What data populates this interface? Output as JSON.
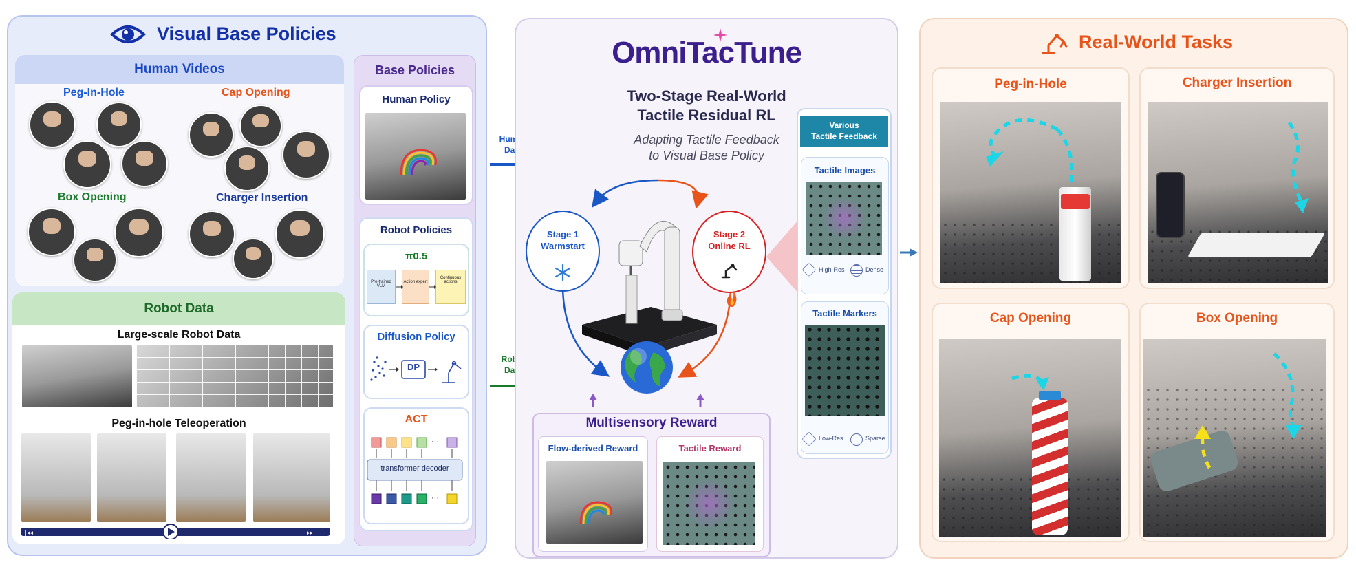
{
  "colors": {
    "left_title": "#1330a8",
    "human_videos": "#1a47c6",
    "peg_in_hole": "#1a5ad6",
    "cap_opening": "#e8531a",
    "box_opening": "#1a7a2c",
    "charger_insertion": "#1a3a9c",
    "robot_data": "#1f6a2a",
    "base_policies": "#4a2a8c",
    "pi05": "#1a7a2c",
    "diffusion": "#1a57c6",
    "act": "#e8531a",
    "omnitac": "#3b1f8c",
    "human_data": "#1a57c6",
    "robot_data_arrow": "#1a7a2c",
    "stage1": "#1a57c6",
    "stage2": "#d81f1f",
    "flow_reward": "#1a4ea8",
    "tactile_reward": "#b03a6a",
    "tactile_head": "#1e87a8",
    "right_title": "#e8531a"
  },
  "left": {
    "title": "Visual Base Policies",
    "icon": "eye-icon",
    "human_videos": {
      "title": "Human Videos",
      "tasks": [
        "Peg-In-Hole",
        "Cap Opening",
        "Box Opening",
        "Charger Insertion"
      ]
    },
    "robot_data": {
      "title": "Robot Data",
      "large_scale": "Large-scale Robot Data",
      "teleop": "Peg-in-hole Teleoperation"
    },
    "base_policies": {
      "title": "Base Policies",
      "human_policy": "Human Policy",
      "robot_policies": "Robot Policies",
      "pi05": {
        "name": "π0.5",
        "boxes": [
          "Pre-trained VLM",
          "Action expert",
          "Continuous actions"
        ]
      },
      "diffusion": {
        "name": "Diffusion Policy",
        "box": "DP"
      },
      "act": {
        "name": "ACT",
        "decoder": "transformer decoder",
        "ellipsis": "···"
      }
    }
  },
  "middle": {
    "logo": "OmniTacTune",
    "heading_line1": "Two-Stage Real-World",
    "heading_line2": "Tactile Residual RL",
    "subtitle_line1": "Adapting Tactile Feedback",
    "subtitle_line2": "to Visual Base Policy",
    "human_data": [
      "Human",
      "Data"
    ],
    "robot_data": [
      "Robot",
      "Data"
    ],
    "stage1": [
      "Stage 1",
      "Warmstart"
    ],
    "stage2": [
      "Stage 2",
      "Online RL"
    ],
    "reward": {
      "title": "Multisensory Reward",
      "flow": "Flow-derived Reward",
      "tactile": "Tactile Reward"
    },
    "tactile_feedback": {
      "title_line1": "Various",
      "title_line2": "Tactile Feedback",
      "images": "Tactile Images",
      "markers": "Tactile Markers",
      "high_res": "High-Res",
      "dense": "Dense",
      "low_res": "Low-Res",
      "sparse": "Sparse"
    }
  },
  "right": {
    "title": "Real-World Tasks",
    "tasks": [
      "Peg-in-Hole",
      "Charger Insertion",
      "Cap Opening",
      "Box Opening"
    ]
  }
}
